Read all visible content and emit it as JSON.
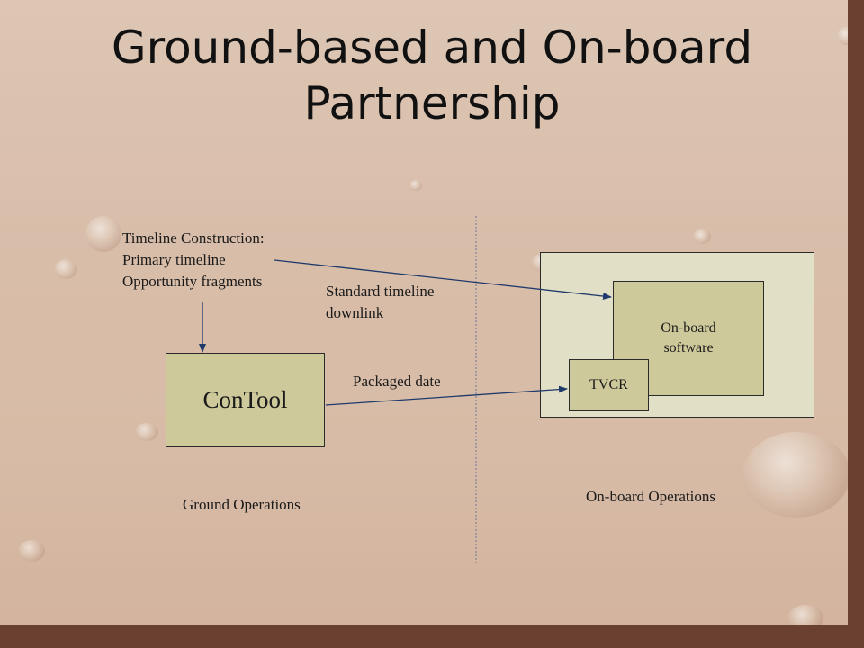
{
  "title": {
    "line1": "Ground-based and On-board",
    "line2": "Partnership"
  },
  "timeline": {
    "line1": "Timeline Construction:",
    "line2": "Primary timeline",
    "line3": "Opportunity fragments"
  },
  "contool_label": "ConTool",
  "standard_downlink": {
    "line1": "Standard timeline",
    "line2": "downlink"
  },
  "packaged_label": "Packaged date",
  "onboard_software": {
    "line1": "On-board",
    "line2": "software"
  },
  "tvcr_label": "TVCR",
  "ground_ops_label": "Ground Operations",
  "onboard_ops_label": "On-board Operations",
  "colors": {
    "box_fill": "#cdc99a",
    "panel_fill": "#e1dfc5",
    "arrow": "#1f3a6b"
  }
}
